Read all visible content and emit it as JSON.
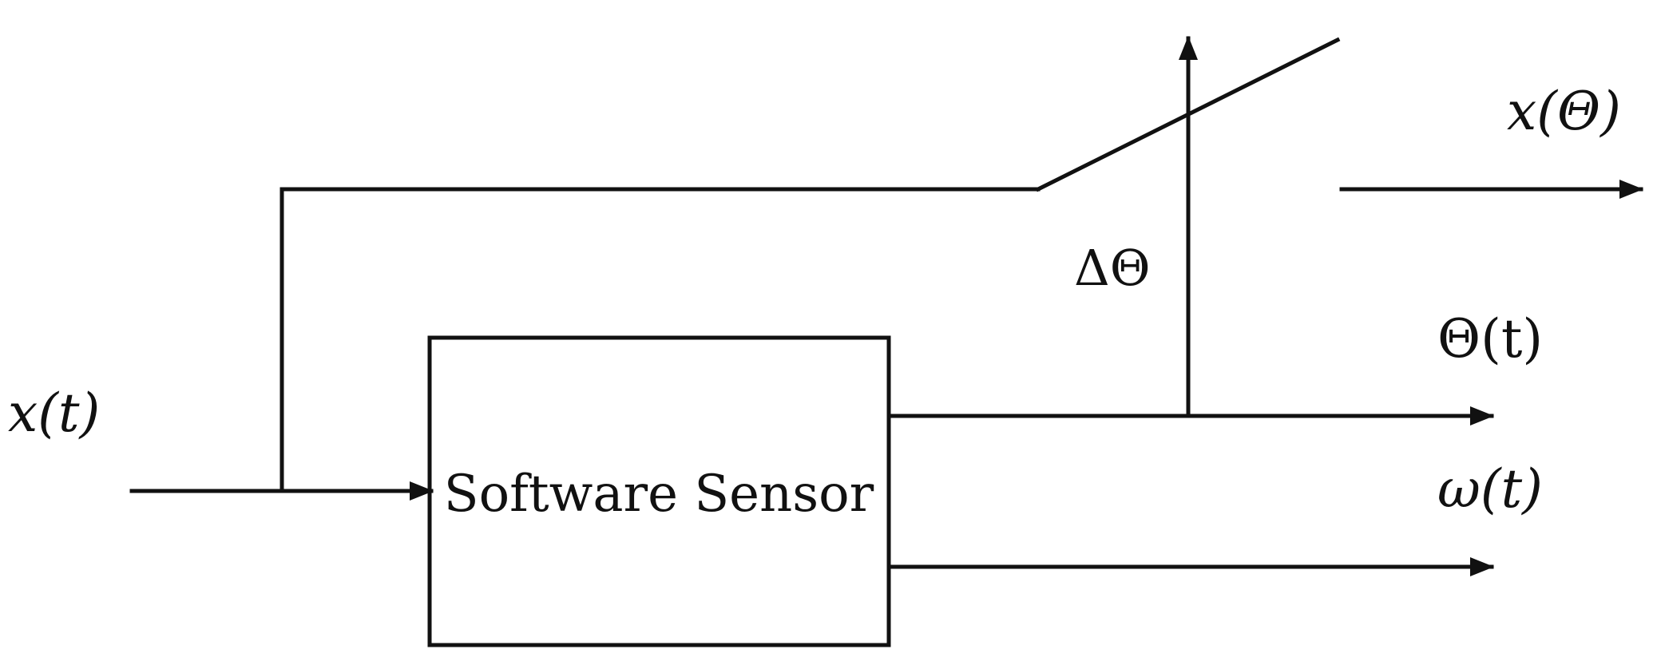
{
  "diagram": {
    "block_label": "Software Sensor",
    "input_label": "x(t)",
    "output_theta_label": "Θ(t)",
    "output_omega_label": "ω(t)",
    "delta_label": "ΔΘ",
    "sampled_output_label": "x(Θ)"
  },
  "colors": {
    "stroke": "#111111",
    "background": "#ffffff"
  }
}
